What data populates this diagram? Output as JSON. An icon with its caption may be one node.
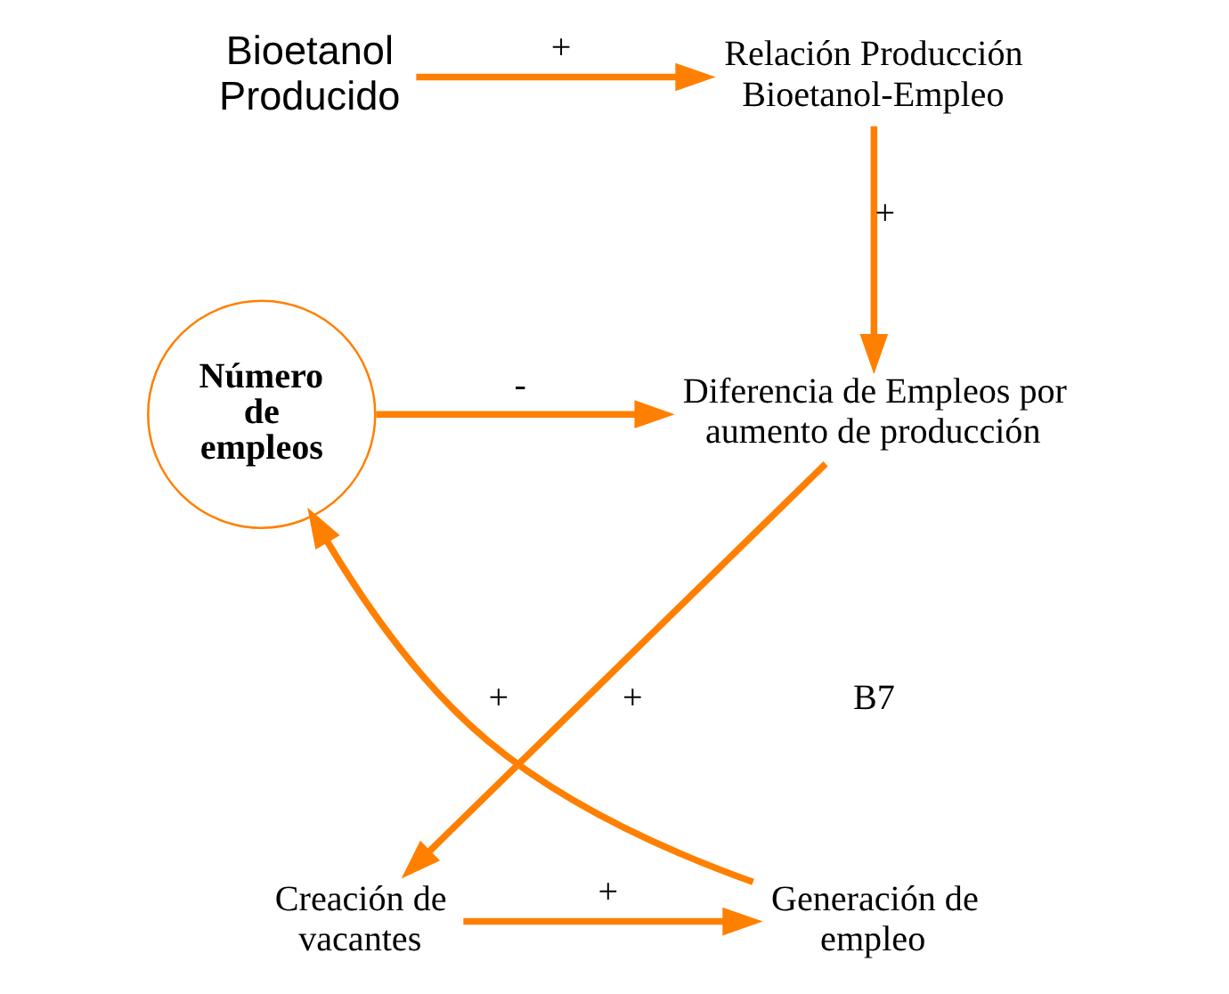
{
  "diagram": {
    "nodes": [
      {
        "text": [
          "Bioetanol Producido"
        ]
      },
      {
        "text": [
          "Relación Producción Bioetanol-Empleo"
        ]
      },
      {
        "text": [
          "Diferencia de Empleos por aumento de producción"
        ]
      },
      {
        "text": [
          "Número de empleos"
        ]
      },
      {
        "text": [
          "Creación de vacantes"
        ]
      },
      {
        "text": [
          "Generación de empleo"
        ]
      }
    ],
    "edges": [
      {
        "from": 0,
        "to": 1,
        "arrow": "to",
        "label": "+"
      },
      {
        "from": 1,
        "to": 2,
        "arrow": "to",
        "label": "+"
      },
      {
        "from": 3,
        "to": 2,
        "arrow": "to",
        "label": "-"
      },
      {
        "from": 2,
        "to": 4,
        "arrow": "to",
        "label": "+"
      },
      {
        "from": 4,
        "to": 5,
        "arrow": "to",
        "label": "+"
      },
      {
        "from": 5,
        "to": 3,
        "arrow": "to",
        "label": "+"
      }
    ],
    "labels": [
      "B7"
    ]
  }
}
